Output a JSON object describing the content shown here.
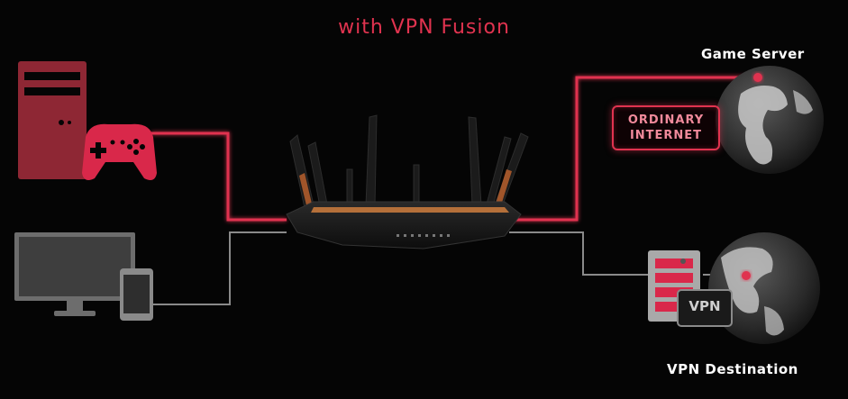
{
  "title": "with VPN Fusion",
  "labels": {
    "game_server": "Game Server",
    "vpn_destination": "VPN Destination",
    "ordinary_line1": "ORDINARY",
    "ordinary_line2": "INTERNET",
    "vpn_tag": "VPN"
  },
  "colors": {
    "accent": "#e0334f",
    "title": "#e0334f",
    "gray_line": "#8a8a8a",
    "pc_red": "#8e2734",
    "gamepad": "#d9284a"
  },
  "icons": [
    "desktop-pc-icon",
    "gamepad-icon",
    "monitor-icon",
    "smartphone-icon",
    "router-icon",
    "globe-icon",
    "vpn-server-icon"
  ]
}
